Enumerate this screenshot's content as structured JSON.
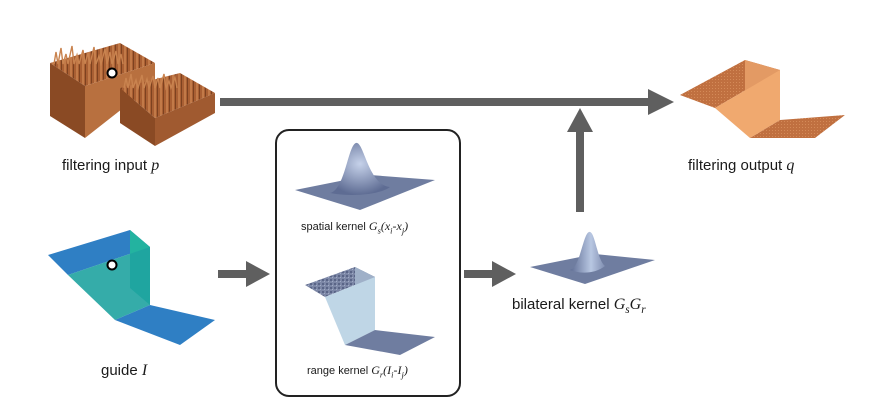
{
  "labels": {
    "input": {
      "text": "filtering input",
      "symbol": "p"
    },
    "guide": {
      "text": "guide",
      "symbol": "I"
    },
    "output": {
      "text": "filtering output",
      "symbol": "q"
    },
    "bilateral": {
      "text": "bilateral kernel",
      "symbol": "G",
      "s": "s",
      "g2": "G",
      "r": "r"
    },
    "spatial": {
      "text": "spatial kernel",
      "G": "G",
      "sub": "s",
      "args_open": "(x",
      "i": "i",
      "minus": "-x",
      "j": "j",
      "close": ")"
    },
    "range": {
      "text": "range kernel",
      "G": "G",
      "sub": "r",
      "args_open": "(I",
      "i": "i",
      "minus": "-I",
      "j": "j",
      "close": ")"
    }
  },
  "colors": {
    "arrow": "#5f5f5f",
    "input_surface": "#b2683a",
    "output_surface": "#d9844f",
    "guide_top": "#2f7fc4",
    "guide_wall": "#23b3a0",
    "kernel_base": "#6f7da0",
    "kernel_peak": "#a9b8d6",
    "range_wall": "#bfd6e6"
  },
  "icons": [
    "pixel-marker-icon",
    "arrow-right-icon",
    "arrow-up-icon"
  ]
}
